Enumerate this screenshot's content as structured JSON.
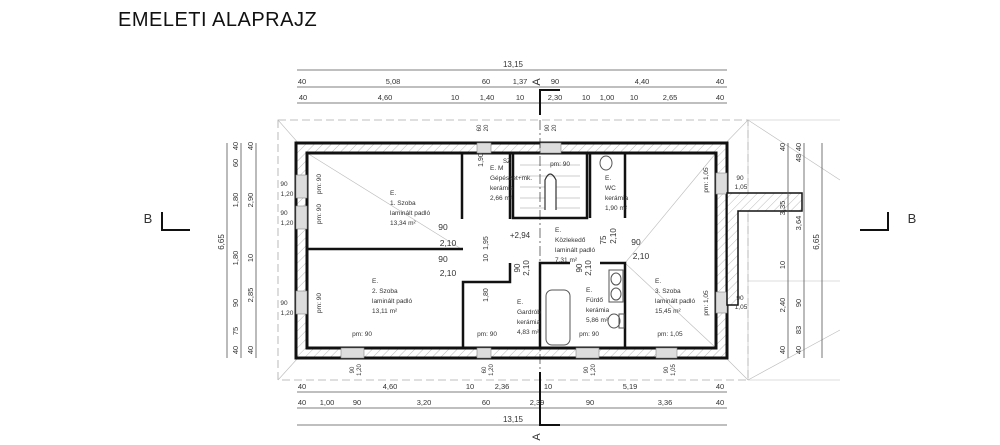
{
  "title": "EMELETI ALAPRAJZ",
  "section_markers": {
    "a_top": "A",
    "a_bottom": "A",
    "b_left": "B",
    "b_right": "B"
  },
  "dims": {
    "top": {
      "total": "13,15",
      "row2": [
        "40",
        "5,08",
        "60",
        "1,37",
        "90",
        "4,40",
        "40"
      ],
      "row3": [
        "40",
        "4,60",
        "10",
        "1,40",
        "10",
        "2,30",
        "10",
        "1,00",
        "10",
        "2,65",
        "40"
      ]
    },
    "bottom": {
      "total": "13,15",
      "row1": [
        "40",
        "4,60",
        "10",
        "2,36",
        "10",
        "5,19",
        "40"
      ],
      "row2": [
        "40",
        "1,00",
        "90",
        "3,20",
        "60",
        "2,39",
        "90",
        "3,36",
        "40"
      ]
    },
    "left": {
      "total": "6,65",
      "row2": [
        "40",
        "60",
        "1,80",
        "1,80",
        "90",
        "75",
        "40"
      ],
      "row3": [
        "40",
        "2,90",
        "10",
        "2,85",
        "40"
      ]
    },
    "right": {
      "total": "6,65",
      "row1": [
        "40",
        "3,35",
        "10",
        "2,40",
        "40"
      ],
      "row2": [
        "40",
        "48",
        "3,64",
        "90",
        "83",
        "40"
      ]
    }
  },
  "window_labels": {
    "top": [
      "60",
      "20",
      "90",
      "20"
    ],
    "bottom": [
      "90",
      "1,20",
      "60",
      "1,20",
      "90",
      "1,20",
      "90",
      "1,05"
    ],
    "left": [
      "90",
      "1,20",
      "90",
      "1,20",
      "90",
      "1,20"
    ],
    "right": [
      "90",
      "1,05",
      "90",
      "1,05"
    ]
  },
  "sill_labels": {
    "left_1": "pm: 90",
    "left_2": "pm: 90",
    "left_3": "pm: 90",
    "right_1": "pm: 1,05",
    "right_2": "pm: 1,05",
    "stairs": "pm: 90",
    "room2": "pm: 90",
    "gardrob": "pm: 90",
    "furdo": "pm: 90",
    "room3": "pm: 1,05"
  },
  "doors": [
    {
      "w": "90",
      "h": "2,10"
    },
    {
      "w": "90",
      "h": "2,10"
    },
    {
      "w": "90",
      "h": "2,10"
    },
    {
      "w": "75",
      "h": "2,10"
    },
    {
      "w": "90",
      "h": "2,10"
    },
    {
      "w": "90",
      "h": "2,10"
    }
  ],
  "inner_dims": [
    "1,95",
    "10",
    "1,80",
    "1,90"
  ],
  "level_mark": "+2,94",
  "rooms": [
    {
      "prefix": "E.",
      "name": "1. Szoba",
      "floor": "laminált padló",
      "area": "13,34 m²"
    },
    {
      "prefix": "E.",
      "name": "2. Szoba",
      "floor": "laminált padló",
      "area": "13,11 m²"
    },
    {
      "prefix": "E.",
      "name": "Gardrób",
      "floor": "kerámia",
      "area": "4,83 m²"
    },
    {
      "prefix": "E.",
      "name": "Fürdő",
      "floor": "kerámia",
      "area": "5,86 m²"
    },
    {
      "prefix": "E.",
      "name": "3. Szoba",
      "floor": "laminált padló",
      "area": "15,45 m²"
    },
    {
      "prefix": "E.",
      "name": "WC",
      "floor": "kerámia",
      "area": "1,90 m²"
    },
    {
      "prefix": "E.",
      "name": "Közlekedő",
      "floor": "laminált padló",
      "area": "7,31 m²"
    },
    {
      "prefix": "E. M",
      "name": "Gépészet+mk.",
      "floor": "kerámia",
      "area": "2,66 m²",
      "extra": "SZ"
    }
  ]
}
